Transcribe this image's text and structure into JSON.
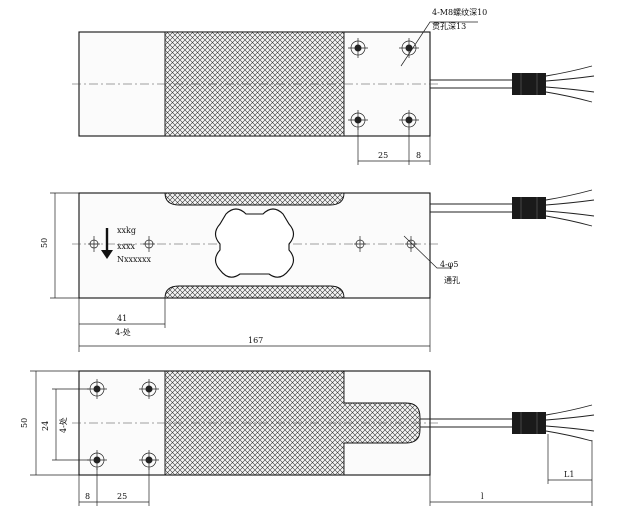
{
  "top_view": {
    "callout_thread": "4-M8螺纹深10",
    "callout_through": "贯孔深13",
    "dim_hole_spacing": "25",
    "dim_edge_offset": "8"
  },
  "front_view": {
    "marking_capacity": "xxkg",
    "marking_date": "xxxx",
    "marking_serial": "Nxxxxxx",
    "dim_height": "50",
    "dim_left_offset": "41",
    "dim_left_note": "4-处",
    "dim_total_length": "167",
    "callout_holes": "4-φ5",
    "callout_holes_note": "通孔"
  },
  "side_view": {
    "dim_height": "50",
    "dim_inner": "24",
    "dim_inner_note": "4-处",
    "dim_edge_offset": "8",
    "dim_hole_spacing": "25",
    "dim_cable_length": "l",
    "dim_cable_end": "L1"
  }
}
